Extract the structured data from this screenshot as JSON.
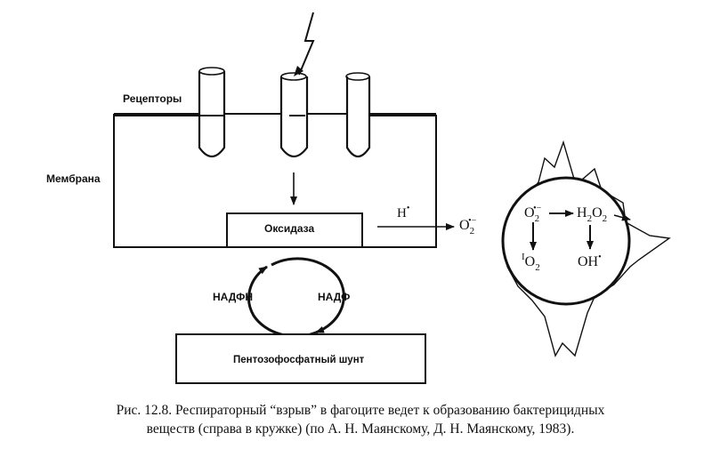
{
  "labels": {
    "receptors": "Рецепторы",
    "membrane": "Мембрана",
    "oxidase": "Оксидаза",
    "nadph": "НАДФН",
    "nadp": "НАДФ",
    "shunt": "Пентозофосфатный шунт"
  },
  "symbols": {
    "h_radical": "H",
    "radical_dot": "•",
    "superoxide_o": "O",
    "superoxide_sub": "2",
    "superoxide_charge": "•−",
    "h2o2_h": "H",
    "h2o2_sub1": "2",
    "h2o2_o": "O",
    "h2o2_sub2": "2",
    "singlet_sup": "I",
    "singlet_o": "O",
    "singlet_sub": "2",
    "hydroxyl": "OH"
  },
  "caption": {
    "line1": "Рис. 12.8. Респираторный “взрыв” в фагоците ведет к образованию бактерицидных",
    "line2": "веществ (справа в кружке) (по А. Н. Маянскому, Д. Н. Маянскому, 1983)."
  }
}
